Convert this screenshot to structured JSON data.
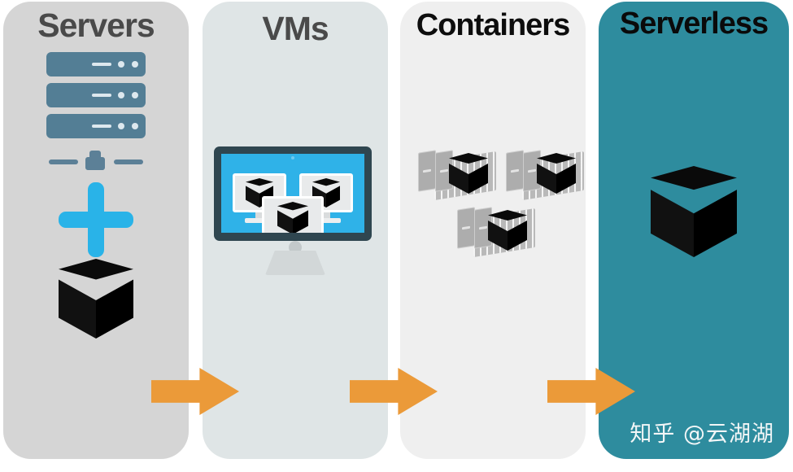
{
  "diagram": {
    "title_sequence": [
      "Servers",
      "VMs",
      "Containers",
      "Serverless"
    ],
    "panels": [
      {
        "id": "servers",
        "label": "Servers",
        "background_color": "#d5d5d5",
        "label_color": "#4a4a4a",
        "icons": [
          "server-rack-icon",
          "server-rack-icon",
          "server-rack-icon",
          "network-connector-icon",
          "plus-icon",
          "cube-icon"
        ],
        "accent_color": "#537e95",
        "plus_color": "#29b3e8"
      },
      {
        "id": "vms",
        "label": "VMs",
        "background_color": "#dfe5e6",
        "label_color": "#4a4a4a",
        "icons": [
          "desktop-monitor-icon",
          "mini-monitor-icon",
          "mini-monitor-icon",
          "mini-monitor-icon",
          "cube-icon"
        ],
        "accent_color": "#2fb2e8",
        "bezel_color": "#2f4650"
      },
      {
        "id": "containers",
        "label": "Containers",
        "background_color": "#efefef",
        "label_color": "#0d0d0d",
        "icons": [
          "shipping-container-icon",
          "shipping-container-icon",
          "shipping-container-icon",
          "cube-icon"
        ],
        "accent_color": "#b9b9b9"
      },
      {
        "id": "serverless",
        "label": "Serverless",
        "background_color": "#2e8c9e",
        "label_color": "#0a0a0a",
        "icons": [
          "cube-icon"
        ],
        "accent_color": "#2e8c9e"
      }
    ],
    "arrows": [
      {
        "name": "arrow-servers-to-vms",
        "direction": "right",
        "color": "#eb9a39"
      },
      {
        "name": "arrow-vms-to-containers",
        "direction": "right",
        "color": "#eb9a39"
      },
      {
        "name": "arrow-containers-to-serverless",
        "direction": "right",
        "color": "#eb9a39"
      }
    ],
    "watermark": {
      "text": "知乎 @云湖湖",
      "color": "#f2f6f7"
    },
    "server_unit_count": 3,
    "vm_monitor_count": 3,
    "container_count": 3
  }
}
